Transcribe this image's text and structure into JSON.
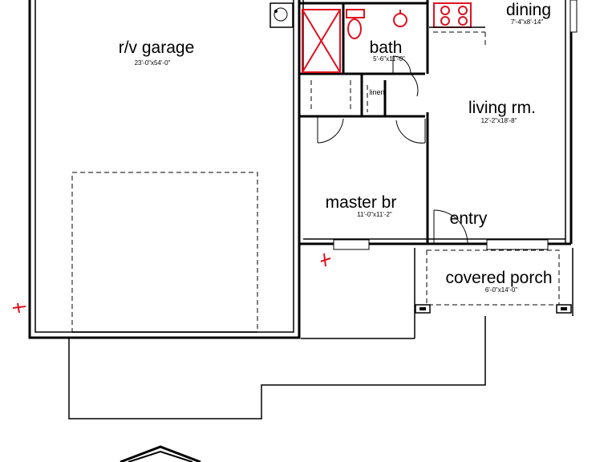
{
  "plan": {
    "rooms": {
      "garage": {
        "name": "r/v garage",
        "dim": "23'-0\"x54'-0\""
      },
      "bath": {
        "name": "bath",
        "dim": "5'-6\"x11'-0\""
      },
      "dining": {
        "name": "dining",
        "dim": "7'-4\"x8'-14\""
      },
      "living": {
        "name": "living rm.",
        "dim": "12'-2\"x18'-8\""
      },
      "master": {
        "name": "master br",
        "dim": "11'-0\"x11'-2\""
      },
      "entry": {
        "name": "entry"
      },
      "porch": {
        "name": "covered porch",
        "dim": "6'-0\"x14'-0\""
      },
      "linen": {
        "name": "linen"
      }
    },
    "colors": {
      "wall": "#000000",
      "fixture": "#e0101e",
      "background": "#ffffff"
    }
  }
}
